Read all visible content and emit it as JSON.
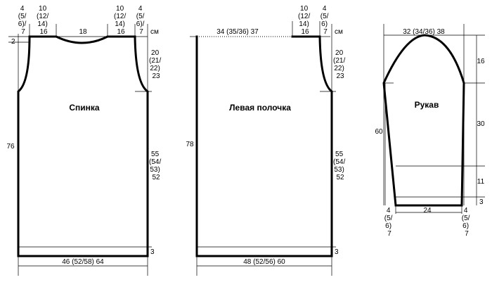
{
  "unit": "см",
  "back": {
    "title": "Спинка",
    "shoulder_left": [
      "4",
      "(5/",
      "6)/",
      "7"
    ],
    "shoulder_width_left": [
      "10",
      "(12/",
      "14)",
      "16"
    ],
    "neck": "18",
    "shoulder_width_right": [
      "10",
      "(12/",
      "14)",
      "16"
    ],
    "shoulder_right": [
      "4",
      "(5/",
      "6)/",
      "7"
    ],
    "neck_depth": "2",
    "armhole_height": [
      "20",
      "(21/",
      "22)",
      "23"
    ],
    "length": "76",
    "side_length": [
      "55",
      "(54/",
      "53)",
      "52"
    ],
    "hem": "3",
    "width": "46 (52/58) 64"
  },
  "front": {
    "title": "Левая полочка",
    "top_width": "34 (35/36) 37",
    "shoulder_width": [
      "10",
      "(12/",
      "14)",
      "16"
    ],
    "shoulder": [
      "4",
      "(5/",
      "6)",
      "7"
    ],
    "armhole_height": [
      "20",
      "(21/",
      "22)",
      "23"
    ],
    "length": "78",
    "side_length": [
      "55",
      "(54/",
      "53)",
      "52"
    ],
    "hem": "3",
    "width": "48 (52/56) 60"
  },
  "sleeve": {
    "title": "Рукав",
    "top_width": "32 (34/36) 38",
    "cap_height": "16",
    "upper": "30",
    "length": "60",
    "lower": "11",
    "cuff": "3",
    "bottom_width": "24",
    "side_left": [
      "4",
      "(5/",
      "6)",
      "7"
    ],
    "side_right": [
      "4",
      "(5/",
      "6)",
      "7"
    ]
  }
}
